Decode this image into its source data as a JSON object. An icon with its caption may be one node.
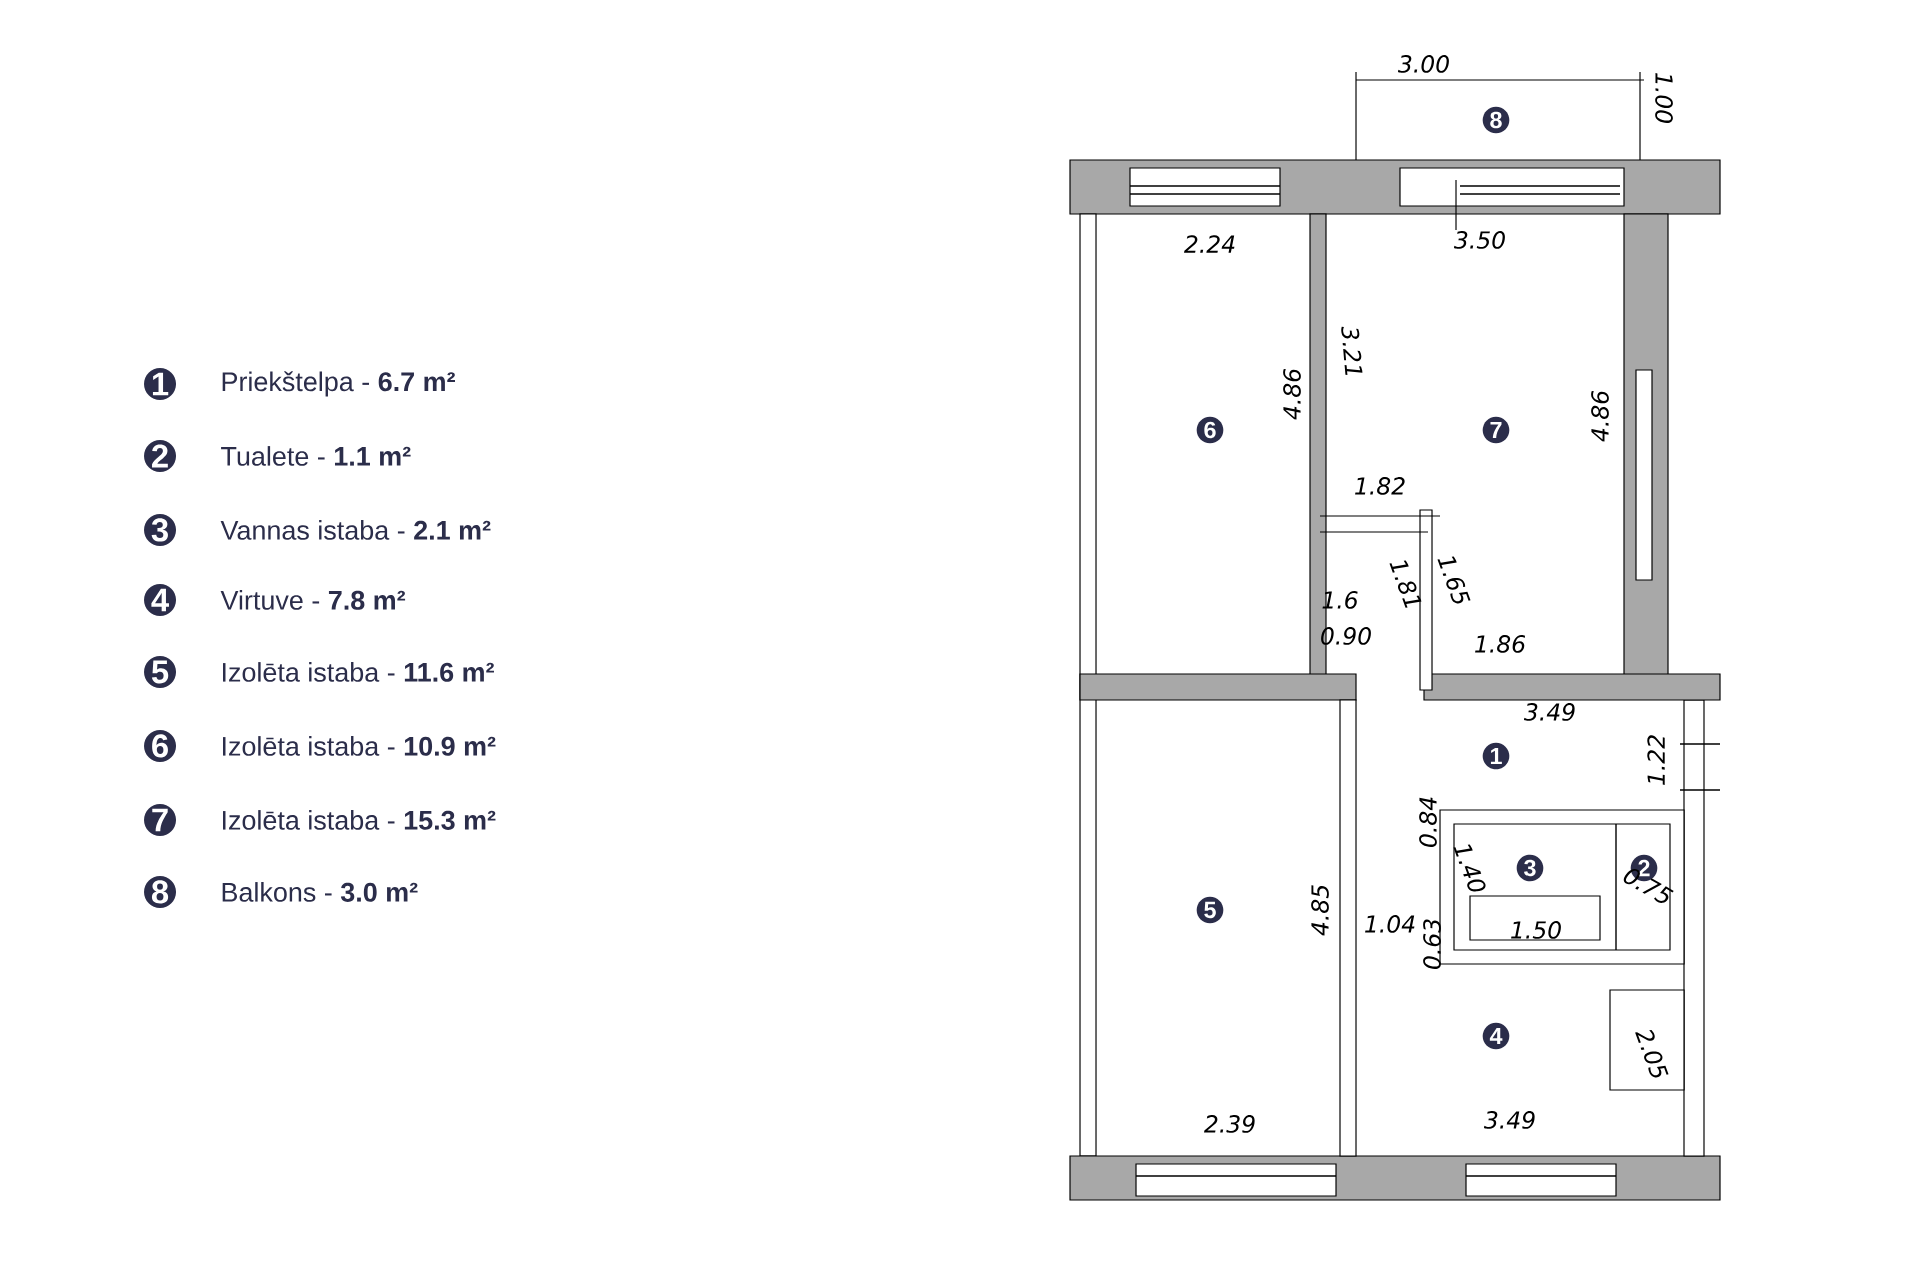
{
  "diagram": {
    "nodes": [
      {
        "text": [
          "1"
        ],
        "beside": [
          "Priekštelpa - **6.7 m²**"
        ]
      },
      {
        "text": [
          "2"
        ],
        "beside": [
          "Tualete - **1.1 m²**"
        ]
      },
      {
        "text": [
          "3"
        ],
        "beside": [
          "Vannas istaba - **2.1 m²**"
        ]
      },
      {
        "text": [
          "4"
        ],
        "beside": [
          "Virtuve - **7.8 m²**"
        ]
      },
      {
        "text": [
          "5"
        ],
        "beside": [
          "Izolēta istaba - **11.6 m²**"
        ]
      },
      {
        "text": [
          "6"
        ],
        "beside": [
          "Izolēta istaba - **10.9 m²**"
        ]
      },
      {
        "text": [
          "7"
        ],
        "beside": [
          "Izolēta istaba - **15.3 m²**"
        ]
      },
      {
        "text": [
          "8"
        ],
        "beside": [
          "Balkons - **3.0 m²**"
        ]
      },
      {
        "text": [
          "8"
        ]
      },
      {
        "text": [
          "6"
        ]
      },
      {
        "text": [
          "7"
        ]
      },
      {
        "text": [
          "1"
        ]
      },
      {
        "text": [
          "3"
        ]
      },
      {
        "text": [
          "2"
        ]
      },
      {
        "text": [
          "5"
        ]
      },
      {
        "text": [
          "4"
        ]
      }
    ],
    "labels": [
      "3.00",
      "1.00",
      "2.24",
      "3.50",
      "3.21",
      "4.86",
      "4.86",
      "1.82",
      "1.6",
      "1.81",
      "1.65",
      "0.90",
      "1.86",
      "3.49",
      "1.22",
      "0.84",
      "1.40",
      "0.75",
      "1.04",
      "0.63",
      "1.50",
      "4.85",
      "2.05",
      "2.39",
      "3.49"
    ]
  }
}
